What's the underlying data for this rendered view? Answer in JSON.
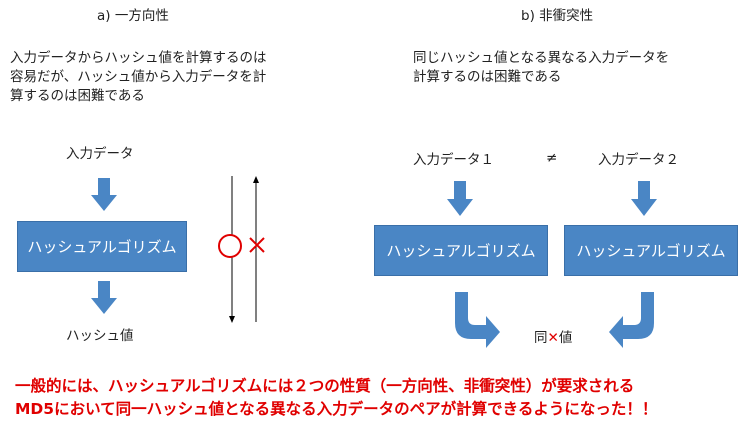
{
  "left_panel": {
    "title": "a) 一方向性",
    "description_lines": [
      "入力データからハッシュ値を計算するのは",
      "容易だが、ハッシュ値から入力データを計",
      "算するのは困難である"
    ],
    "input_label": "入力データ",
    "algorithm_label": "ハッシュアルゴリズム",
    "output_label": "ハッシュ値"
  },
  "right_panel": {
    "title": "b) 非衝突性",
    "description_lines": [
      "同じハッシュ値となる異なる入力データを",
      "計算するのは困難である"
    ],
    "input1_label": "入力データ１",
    "not_equal_symbol": "≠",
    "input2_label": "入力データ２",
    "algorithm1_label": "ハッシュアルゴリズム",
    "algorithm2_label": "ハッシュアルゴリズム",
    "same_value_label": "同✕値"
  },
  "footer": {
    "line1": "一般的には、ハッシュアルゴリズムには２つの性質（一方向性、非衝突性）が要求される",
    "line2": "MD5において同一ハッシュ値となる異なる入力データのペアが計算できるようになった！！"
  },
  "colors": {
    "box_fill": "#4a86c5",
    "arrow_fill": "#4a86c5",
    "mark_red": "#e00000",
    "footer_red": "#e00000"
  }
}
